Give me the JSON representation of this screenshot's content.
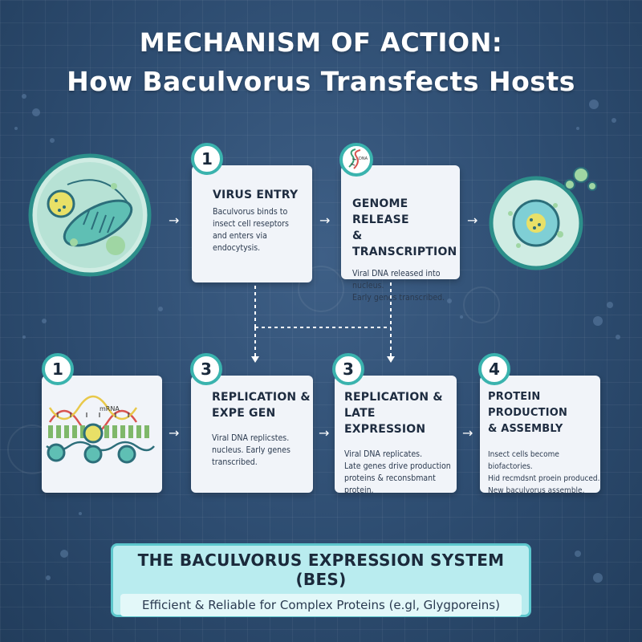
{
  "title": {
    "line1": "MECHANISM OF ACTION:",
    "line2": "How Baculvorus Transfects Hosts"
  },
  "steps": [
    {
      "badge": "1",
      "heading_lines": [
        "VIRUS ENTRY"
      ],
      "text_lines": [
        "Baculvorus binds to",
        "insect cell reseptors",
        "and enters via",
        "endocytysis."
      ]
    },
    {
      "badge_icon": "dna-icon",
      "badge_caption": "DNA",
      "heading_lines": [
        "GENOME RELEASE",
        "& TRANSCRIPTION"
      ],
      "text_lines": [
        "Viral DNA released into nucleus.",
        "Early genes transcribed."
      ]
    },
    {
      "badge": "1",
      "diagram_label": "mRNA"
    },
    {
      "badge": "3",
      "heading_lines": [
        "REPLICATION &",
        "EXPE GEN"
      ],
      "text_lines": [
        "Viral DNA replicstes.",
        "nucleus. Early genes",
        "transcribed."
      ]
    },
    {
      "badge": "3",
      "heading_lines": [
        "REPLICATION & LATE",
        "EXPRESSION"
      ],
      "text_lines": [
        "Viral DNA replicates.",
        "Late genes drive production",
        "proteins & reconsbmant",
        "protein."
      ]
    },
    {
      "badge": "4",
      "heading_lines": [
        "PROTEIN PRODUCTION",
        "& ASSEMBLY"
      ],
      "text_lines": [
        "Insect cells become biofactories.",
        "Hid recmdsnt proein produced.",
        "New baculvorus assemble."
      ]
    }
  ],
  "flow_arrow_glyph": "→",
  "bes": {
    "heading": "THE BACULVORUS EXPRESSION SYSTEM (BES)",
    "subtitle": "Efficient & Reliable for Complex Proteins (e.gl, Glygporeins)"
  },
  "colors": {
    "background": "#2d4c70",
    "card": "#f1f4f9",
    "teal_accent": "#3ab3ae",
    "bes_fill": "#b9ecef",
    "cell_green": "#9fd6a3"
  }
}
